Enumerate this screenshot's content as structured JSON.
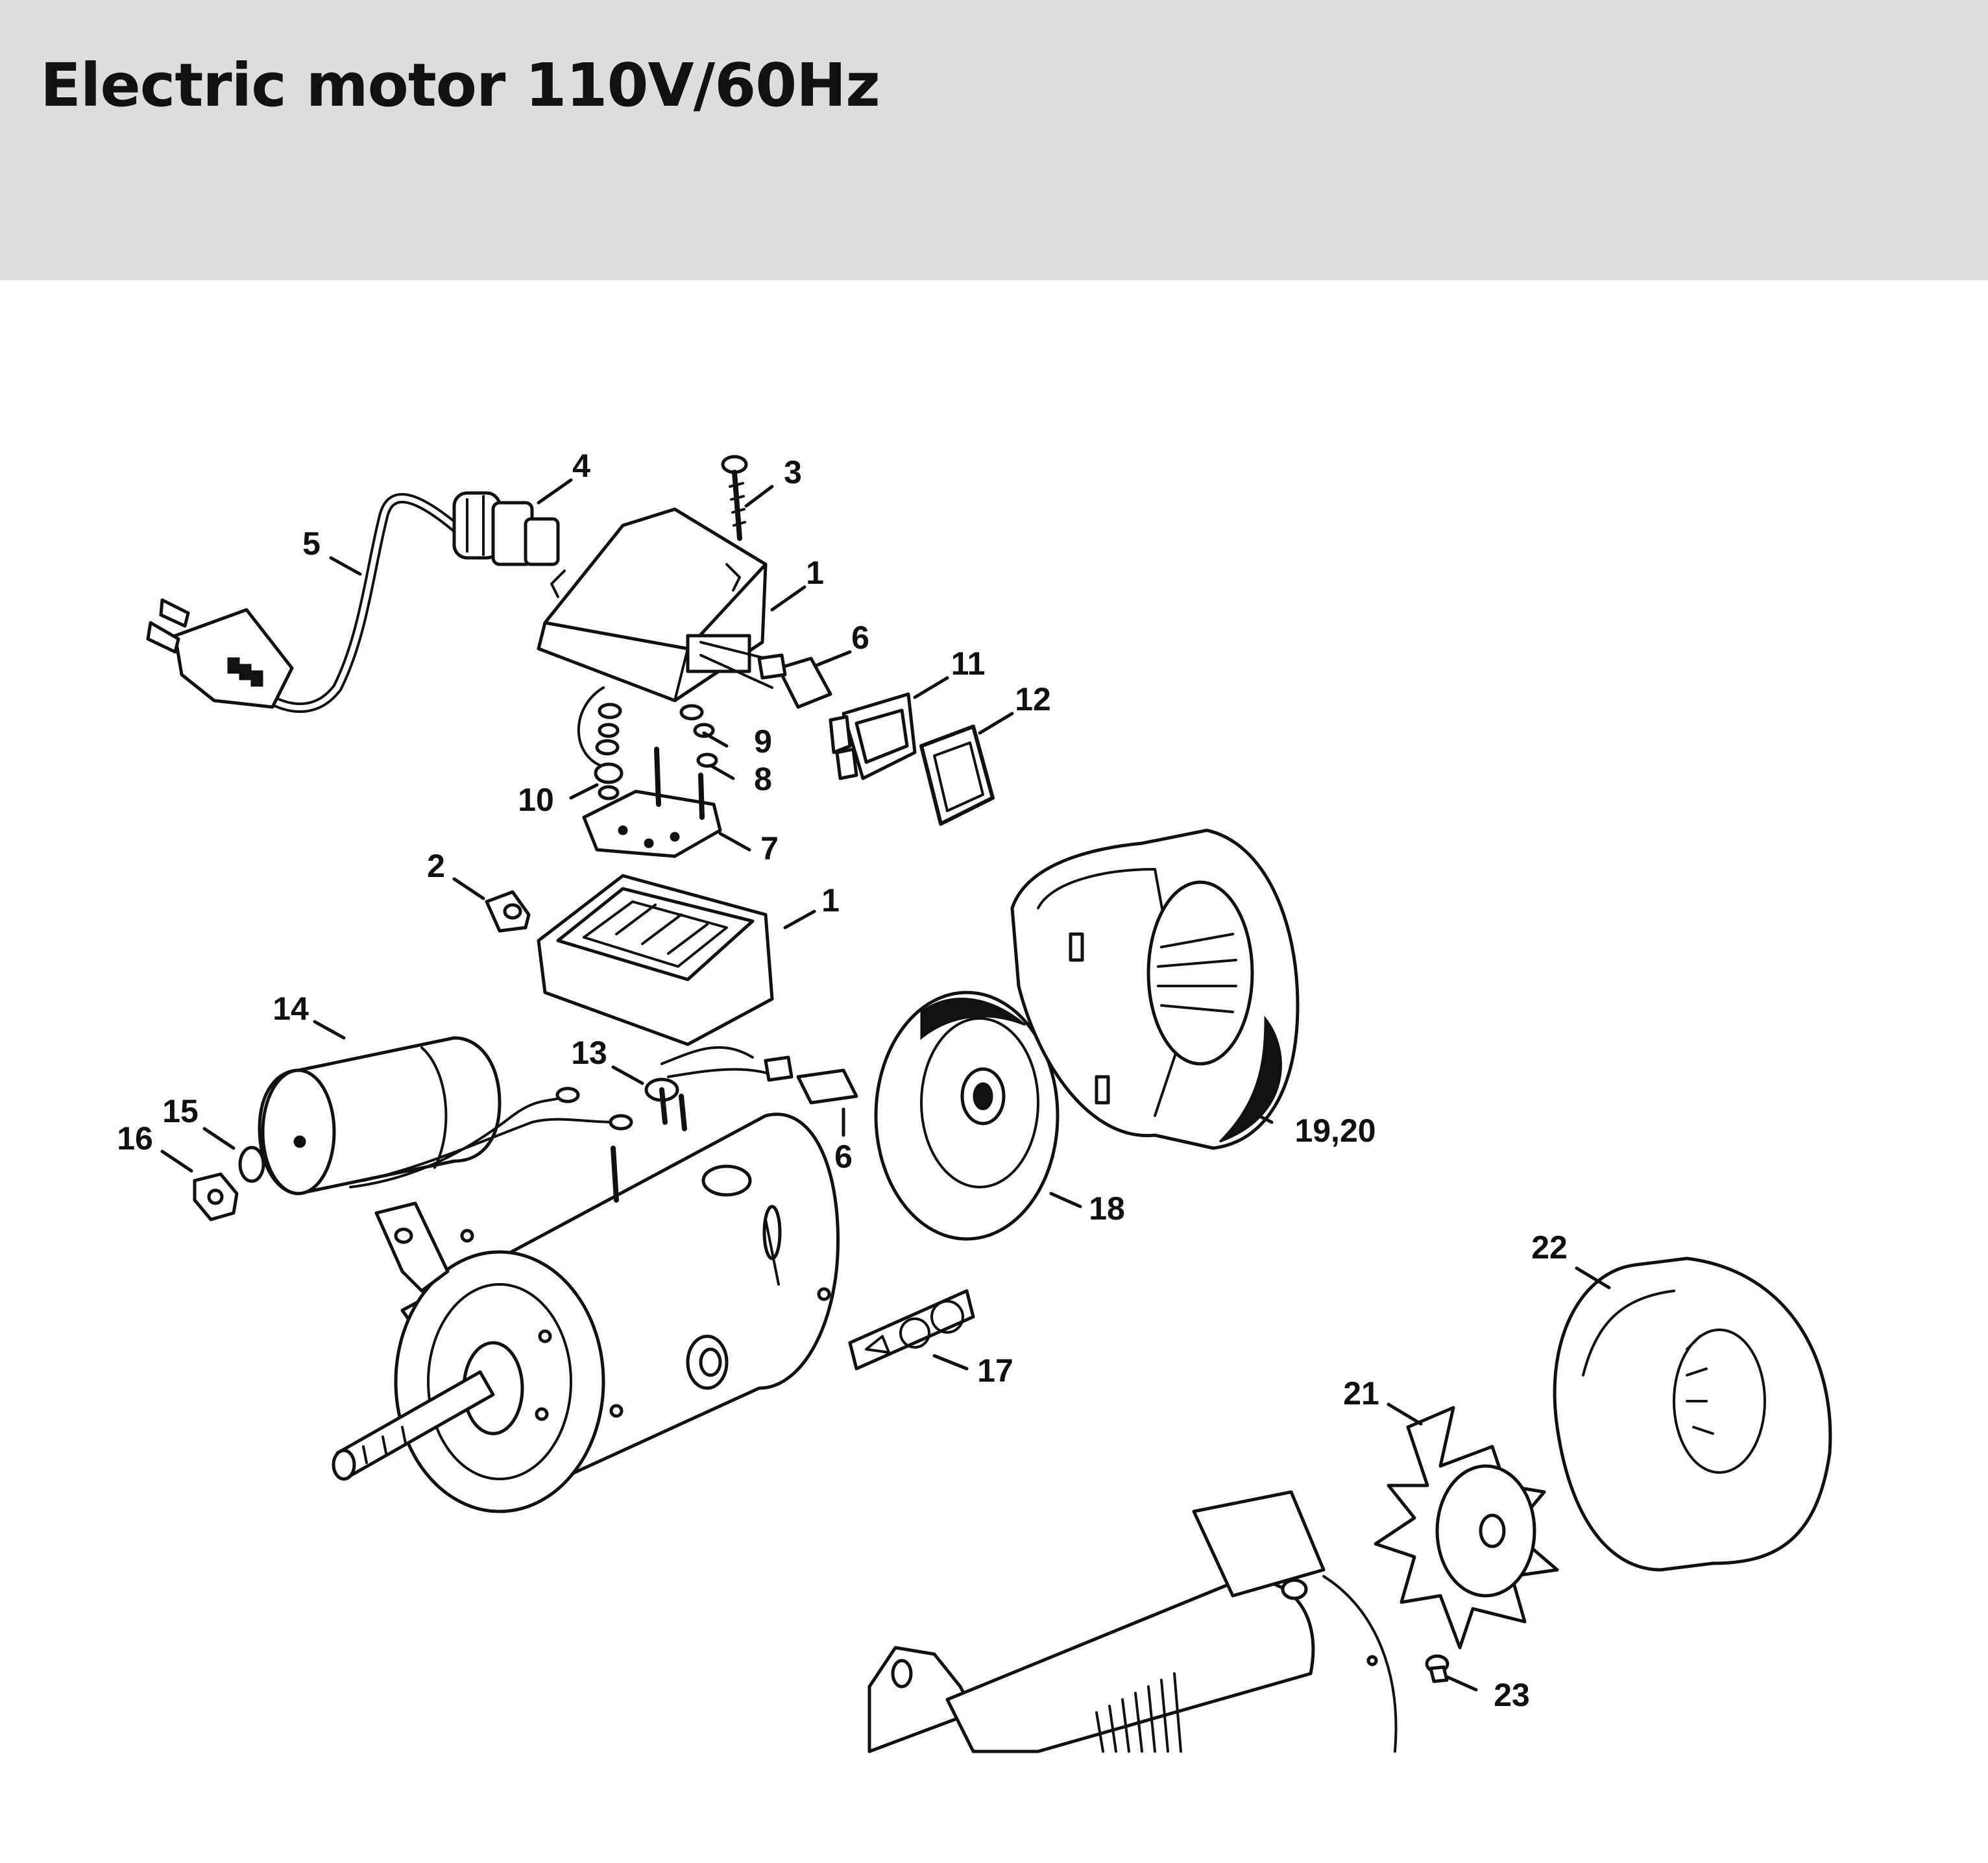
{
  "title": "Electric motor 110V/60Hz",
  "colors": {
    "header_background": "#dcdddc",
    "ink": "#111111"
  },
  "callouts": [
    {
      "label": "4"
    },
    {
      "label": "3"
    },
    {
      "label": "5"
    },
    {
      "label": "1"
    },
    {
      "label": "6"
    },
    {
      "label": "11"
    },
    {
      "label": "12"
    },
    {
      "label": "9"
    },
    {
      "label": "8"
    },
    {
      "label": "10"
    },
    {
      "label": "7"
    },
    {
      "label": "2"
    },
    {
      "label": "1"
    },
    {
      "label": "14"
    },
    {
      "label": "13"
    },
    {
      "label": "15"
    },
    {
      "label": "16"
    },
    {
      "label": "6"
    },
    {
      "label": "19,20"
    },
    {
      "label": "18"
    },
    {
      "label": "17"
    },
    {
      "label": "22"
    },
    {
      "label": "21"
    },
    {
      "label": "23"
    }
  ]
}
